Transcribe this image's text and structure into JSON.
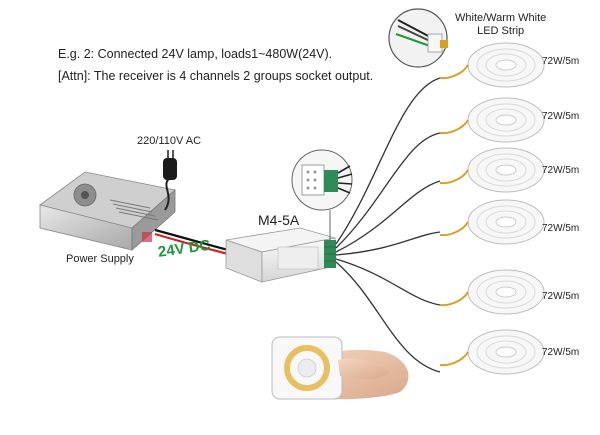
{
  "notes": {
    "line1": "E.g. 2: Connected 24V lamp, loads1~480W(24V).",
    "line2": "[Attn]: The receiver is 4 channels 2 groups socket output."
  },
  "power": {
    "ac_label": "220/110V AC",
    "supply_label": "Power Supply",
    "dc_label": "24V DC"
  },
  "controller": {
    "model": "M4-5A"
  },
  "strips": {
    "title_line1": "White/Warm White",
    "title_line2": "LED Strip",
    "items": [
      {
        "label": "72W/5m"
      },
      {
        "label": "72W/5m"
      },
      {
        "label": "72W/5m"
      },
      {
        "label": "72W/5m"
      },
      {
        "label": "72W/5m"
      },
      {
        "label": "72W/5m"
      }
    ]
  },
  "colors": {
    "dc_green": "#1a9a3a",
    "wire": "#333333",
    "strip_gold": "#d9a020"
  }
}
